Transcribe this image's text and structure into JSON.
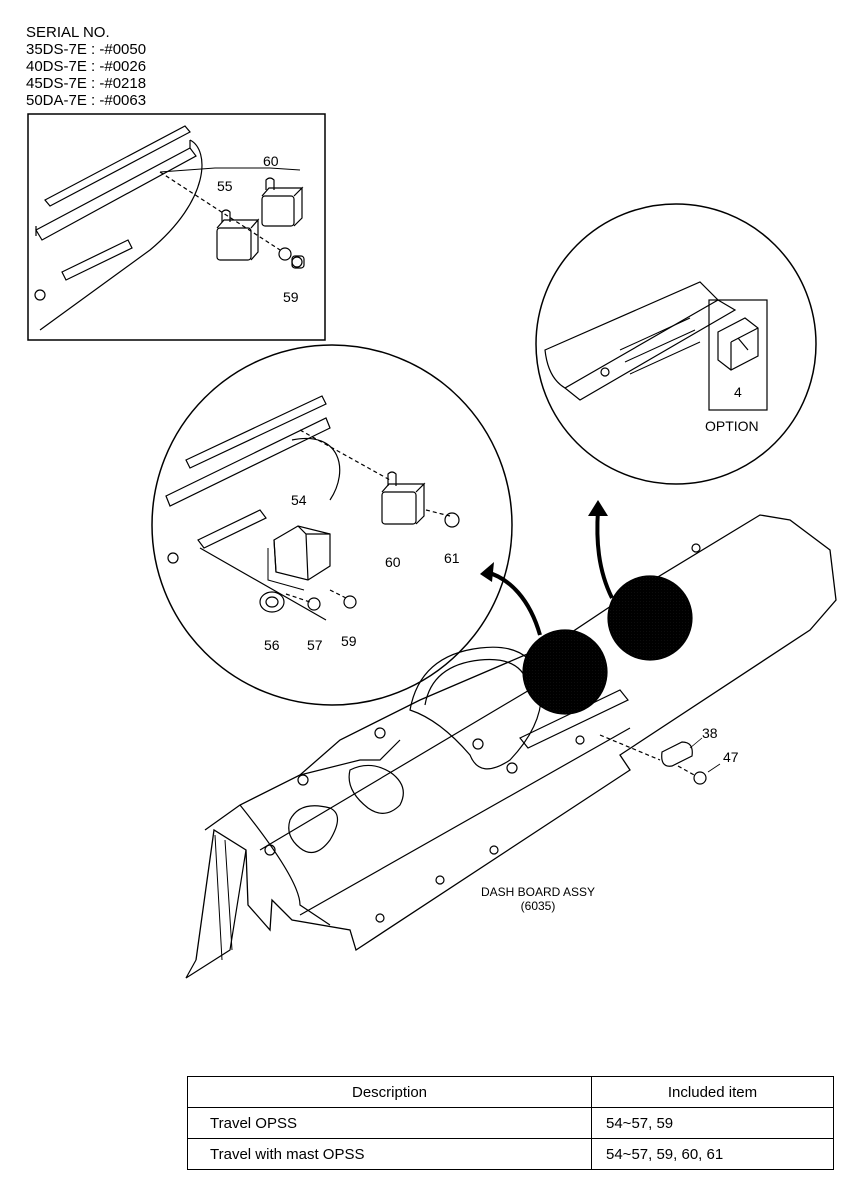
{
  "serial": {
    "heading": "SERIAL NO.",
    "lines": [
      "35DS-7E : -#0050",
      "40DS-7E : -#0026",
      "45DS-7E : -#0218",
      "50DA-7E : -#0063"
    ]
  },
  "callouts": {
    "inset": {
      "c60": "60",
      "c55": "55",
      "c59": "59"
    },
    "left_circle": {
      "c54": "54",
      "c60": "60",
      "c61": "61",
      "c56": "56",
      "c57": "57",
      "c59": "59"
    },
    "right_circle": {
      "c4": "4",
      "option": "OPTION"
    },
    "main": {
      "c38": "38",
      "c47": "47"
    }
  },
  "assembly": {
    "name": "DASH BOARD ASSY",
    "code": "(6035)"
  },
  "table": {
    "headers": [
      "Description",
      "Included item"
    ],
    "rows": [
      {
        "description": "Travel OPSS",
        "items": "54~57, 59"
      },
      {
        "description": "Travel with mast OPSS",
        "items": "54~57, 59, 60, 61"
      }
    ]
  }
}
